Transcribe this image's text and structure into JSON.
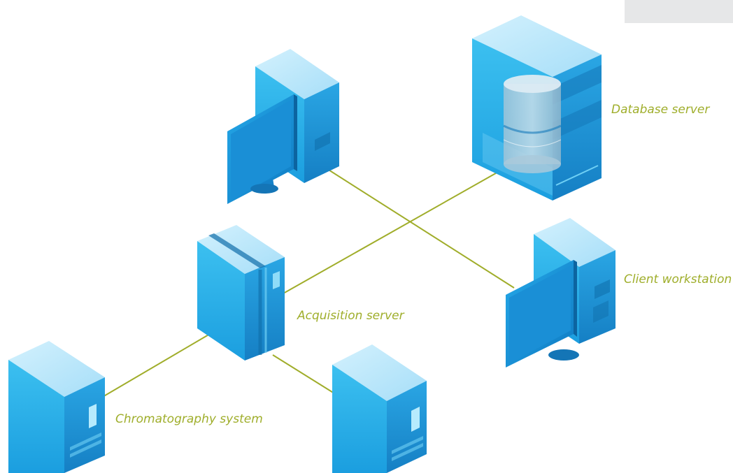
{
  "colors": {
    "link_line": "#a0ad2a",
    "label_text": "#9fae2b",
    "device_top": "#b5e6fb",
    "device_front": "#2fb3ea",
    "device_side": "#1a8fd0",
    "corner_box": "#e6e7e8"
  },
  "labels": {
    "database_server": "Database server",
    "client_workstation": "Client workstation",
    "acquisition_server": "Acquisition server",
    "chromatography_system": "Chromatography system"
  },
  "icons": [
    "database-server-icon",
    "database-cylinder-icon",
    "workstation-icon",
    "monitor-icon",
    "acquisition-server-icon",
    "chromatography-system-icon"
  ]
}
